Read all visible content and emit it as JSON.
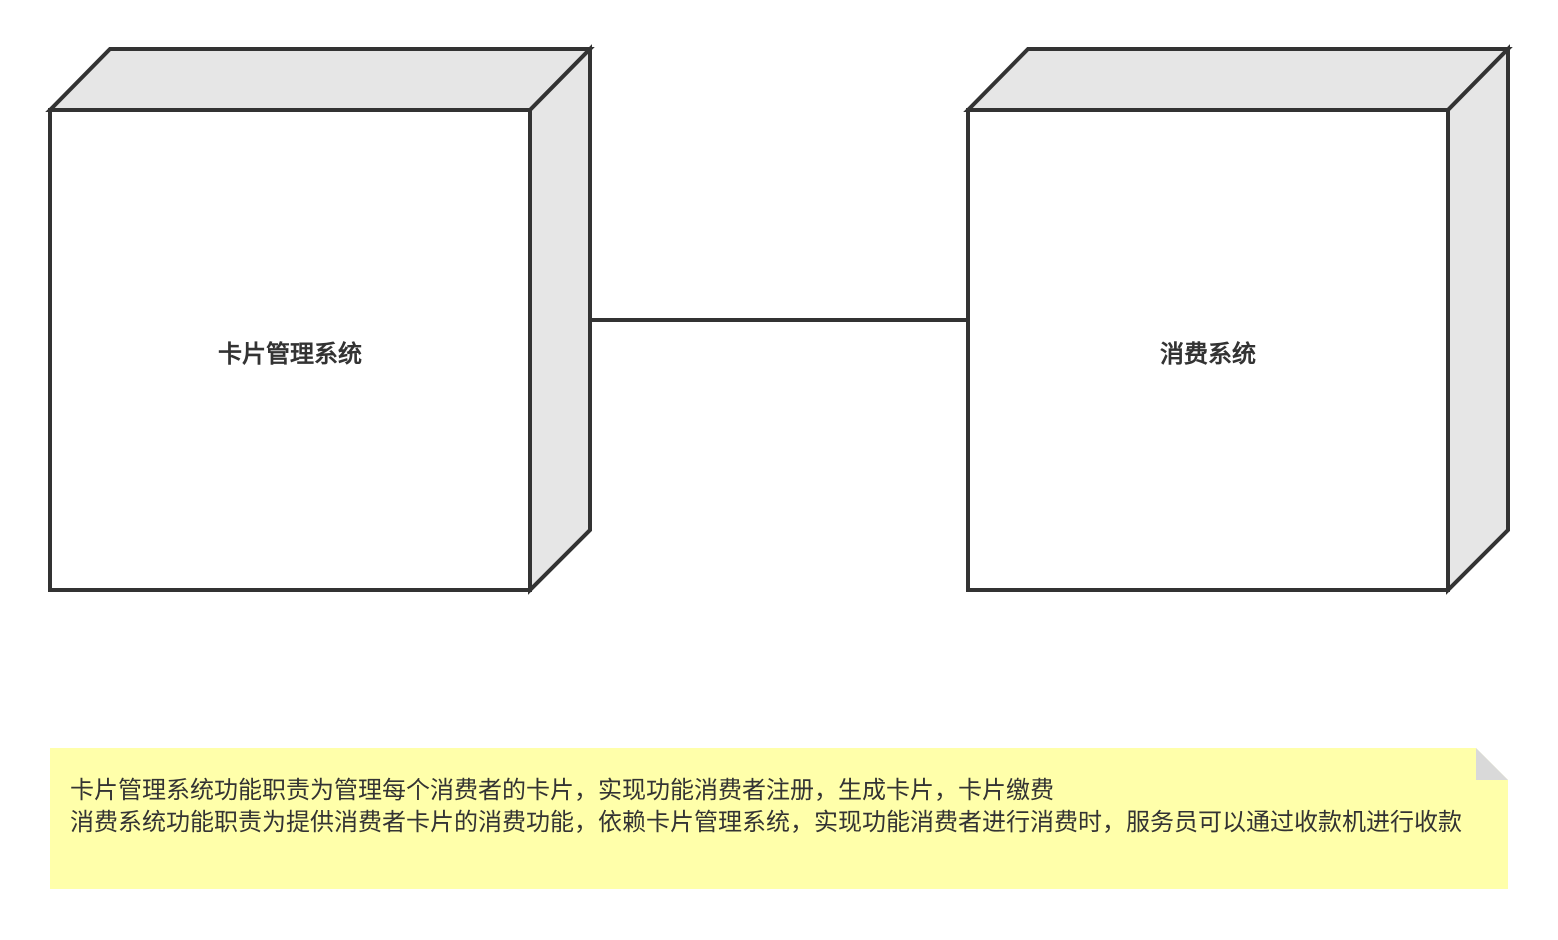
{
  "nodes": {
    "card_system": {
      "label": "卡片管理系统"
    },
    "consume_system": {
      "label": "消费系统"
    }
  },
  "note": {
    "lines": [
      "卡片管理系统功能职责为管理每个消费者的卡片，实现功能消费者注册，生成卡片，卡片缴费",
      "消费系统功能职责为提供消费者卡片的消费功能，依赖卡片管理系统，实现功能消费者进行消费时，服务员可以通过收款机进行收款"
    ]
  },
  "colors": {
    "stroke": "#333333",
    "face": "#ffffff",
    "side": "#e6e6e6",
    "note": "#ffffaa"
  }
}
